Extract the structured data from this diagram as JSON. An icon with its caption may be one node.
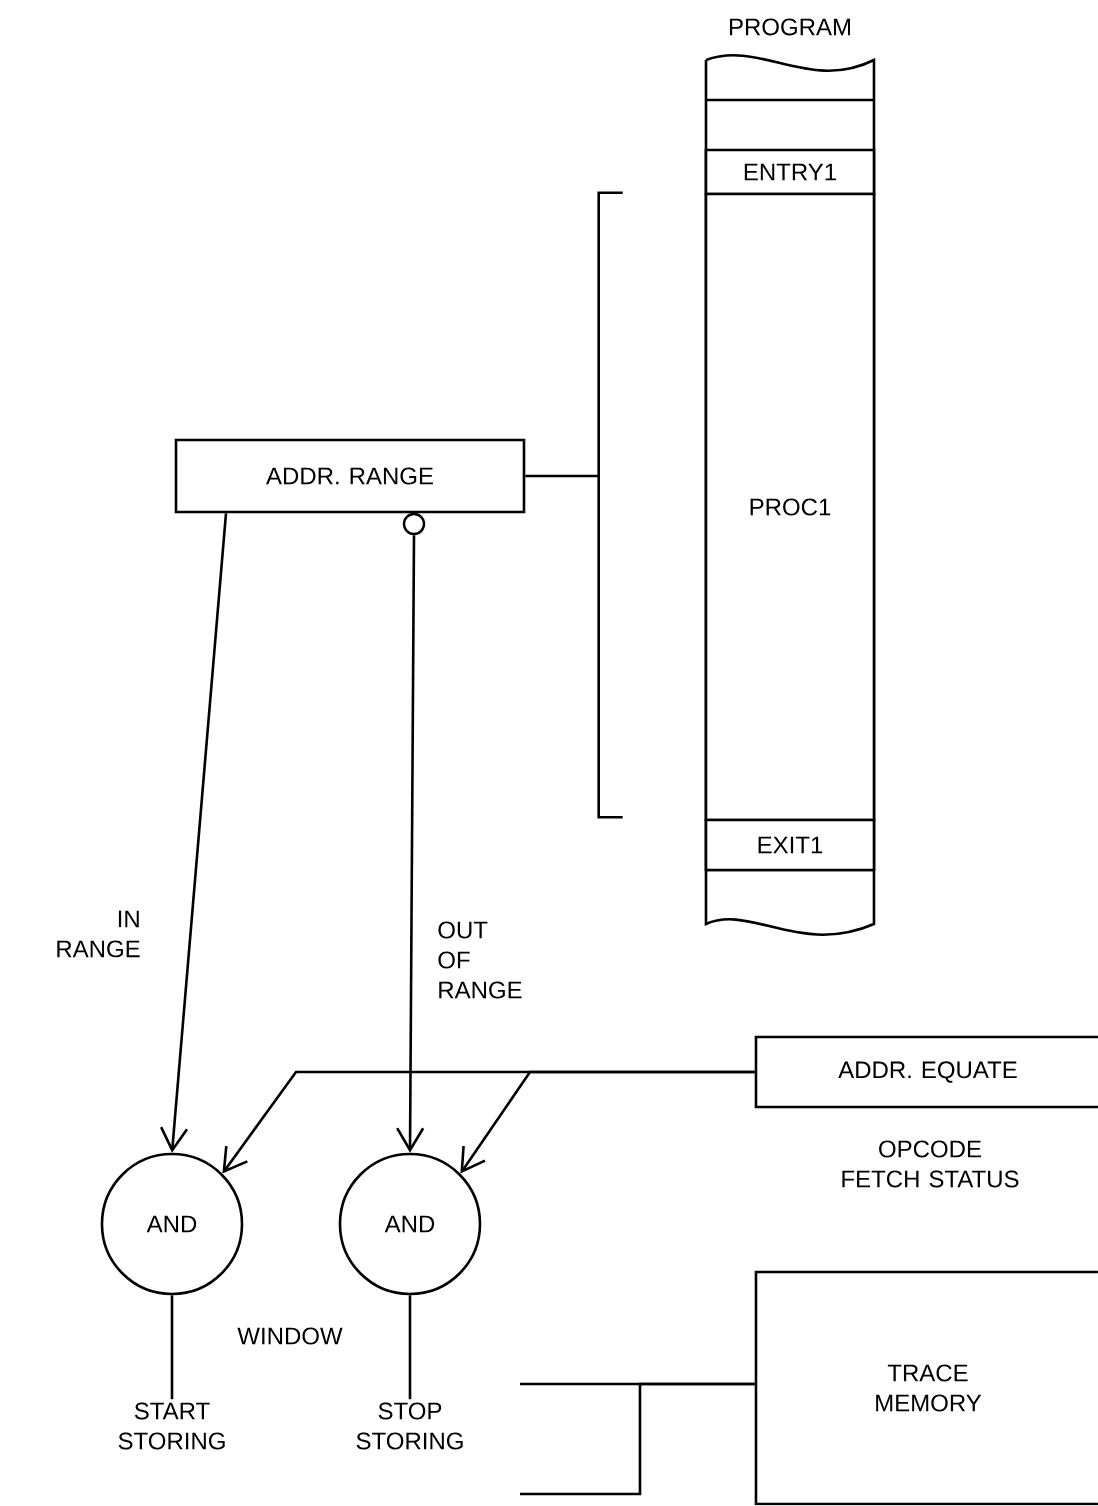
{
  "diagram": {
    "nodes": [
      {
        "text": [
          "PROGRAM"
        ]
      },
      {
        "text": [
          "ENTRY1"
        ],
        "in": 0
      },
      {
        "text": [
          "PROC1"
        ],
        "in": 0
      },
      {
        "text": [
          "EXIT1"
        ],
        "in": 0
      },
      {
        "text": [
          "ADDR. RANGE"
        ]
      },
      {
        "text": [
          "AND"
        ]
      },
      {
        "text": [
          "AND"
        ]
      },
      {
        "text": [
          "ADDR. EQUATE"
        ]
      },
      {
        "text": [
          "START STORING"
        ]
      },
      {
        "text": [
          "STOP STORING"
        ]
      },
      {
        "text": [
          "TRACE MEMORY"
        ]
      }
    ],
    "edges": [
      {
        "from": 4,
        "to": 2,
        "arrow": "none"
      },
      {
        "from": 4,
        "to": 5,
        "arrow": "to",
        "label": "IN RANGE"
      },
      {
        "from": 4,
        "to": 6,
        "arrow": "to",
        "label": "OUT OF RANGE"
      },
      {
        "from": 7,
        "to": 5,
        "arrow": "to"
      },
      {
        "from": 7,
        "to": 6,
        "arrow": "to"
      },
      {
        "from": 5,
        "to": 8,
        "arrow": "none"
      },
      {
        "from": 6,
        "to": 9,
        "arrow": "none"
      },
      {
        "from": null,
        "to": 10,
        "arrow": "none"
      },
      {
        "from": null,
        "to": 10,
        "arrow": "none"
      }
    ],
    "labels": [
      "WINDOW",
      "OPCODE FETCH STATUS"
    ]
  }
}
